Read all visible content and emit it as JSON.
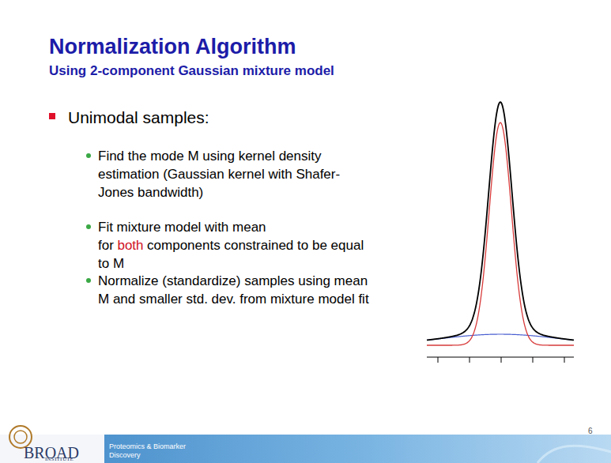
{
  "diagram": {
    "title": "Normalization Algorithm",
    "labels": [
      "Using 2-component Gaussian mixture model",
      "Unimodal samples:",
      "Find the mode M using kernel density estimation (Gaussian kernel with Shafer-Jones bandwidth)",
      "Fit mixture model with mean for",
      "both",
      "components constrained to be equal to M",
      "Normalize (standardize) samples using mean M and smaller std. dev. from mixture model fit",
      "BROAD",
      "INSTITUTE",
      "Proteomics & Biomarker Discovery",
      "6"
    ]
  }
}
